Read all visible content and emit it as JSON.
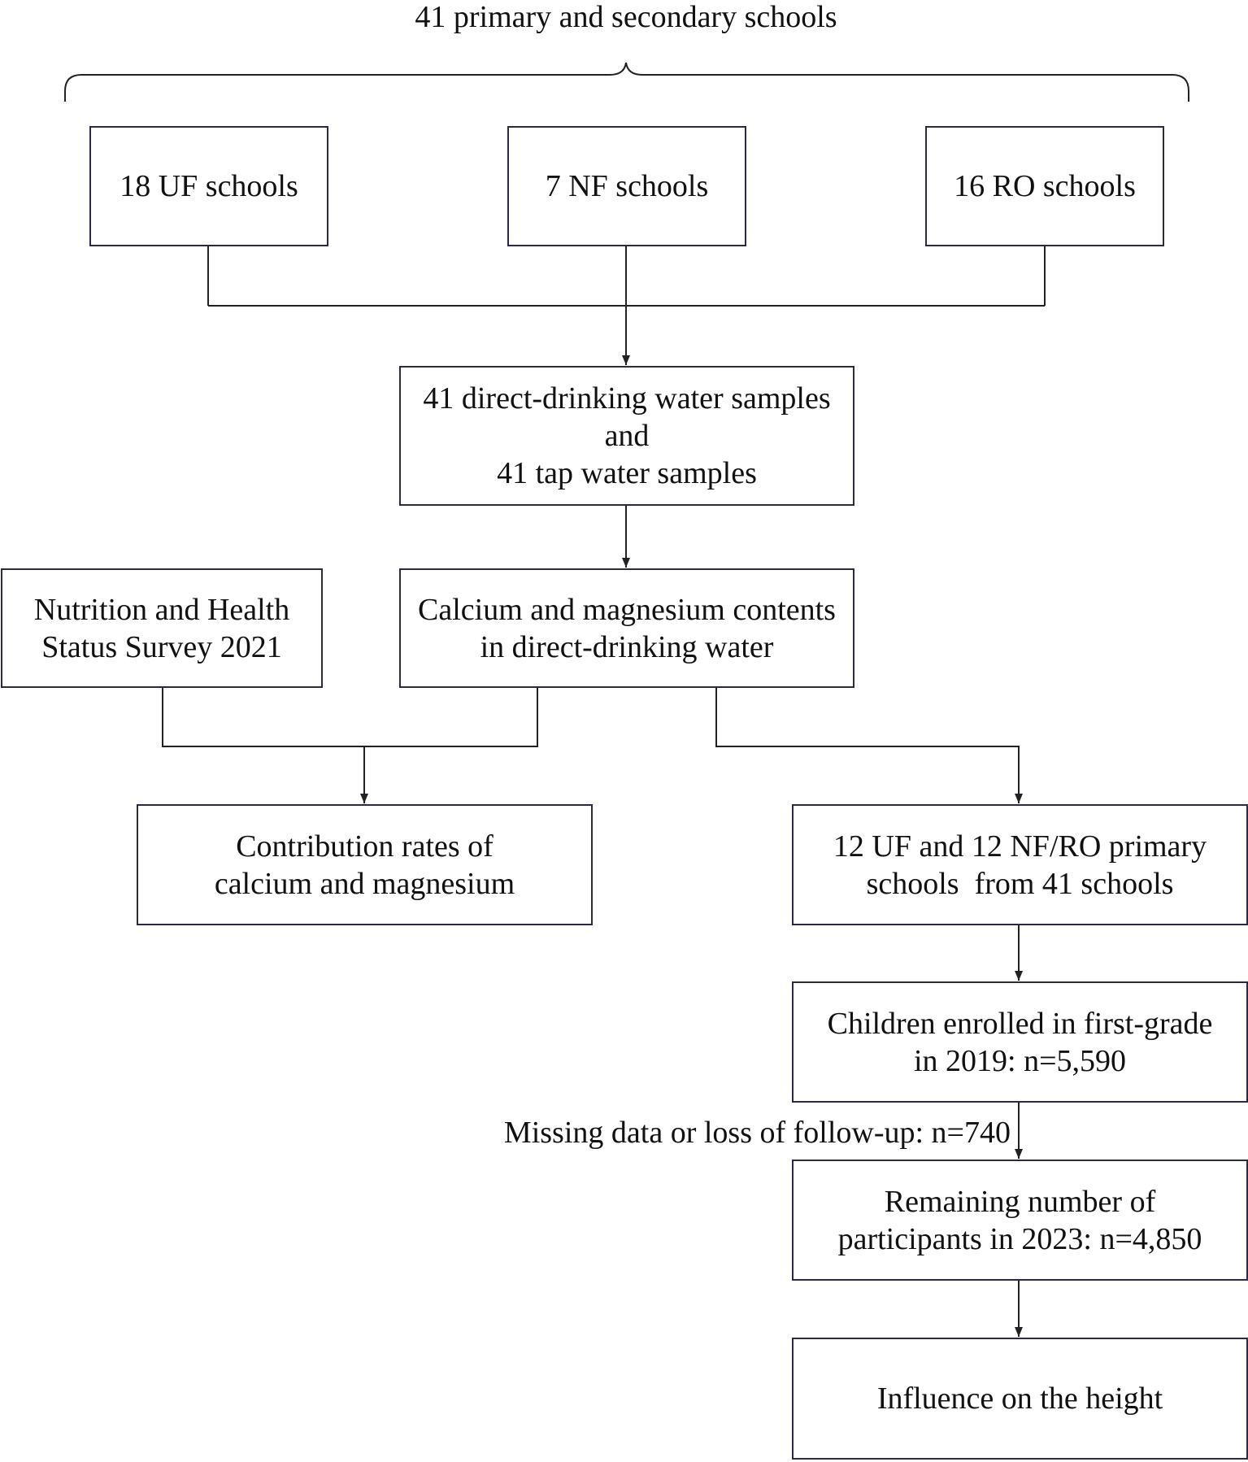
{
  "title": "41 primary and secondary schools",
  "school_groups": [
    {
      "label": "18 UF schools"
    },
    {
      "label": "7 NF schools"
    },
    {
      "label": "16 RO schools"
    }
  ],
  "samples_box": {
    "lines": [
      "41 direct-drinking water samples",
      "and",
      "41 tap water samples"
    ]
  },
  "survey_box": {
    "lines": [
      "Nutrition and Health",
      "Status Survey 2021"
    ]
  },
  "contents_box": {
    "lines": [
      "Calcium and magnesium contents",
      "in direct-drinking water"
    ]
  },
  "contribution_box": {
    "lines": [
      "Contribution rates of",
      "calcium and magnesium"
    ]
  },
  "selected_schools_box": {
    "lines": [
      "12 UF and 12 NF/RO primary",
      "schools  from 41 schools"
    ]
  },
  "enrolled_box": {
    "lines": [
      "Children enrolled in first-grade",
      "in 2019: n=5,590"
    ]
  },
  "exclusion_note": "Missing data or loss of follow-up: n=740",
  "remaining_box": {
    "lines": [
      "Remaining number of",
      "participants in 2023: n=4,850"
    ]
  },
  "outcome_box": {
    "label": "Influence on the height"
  },
  "colors": {
    "box_border": "#2a2a45",
    "connector": "#222222",
    "text": "#111111",
    "background": "#ffffff"
  }
}
